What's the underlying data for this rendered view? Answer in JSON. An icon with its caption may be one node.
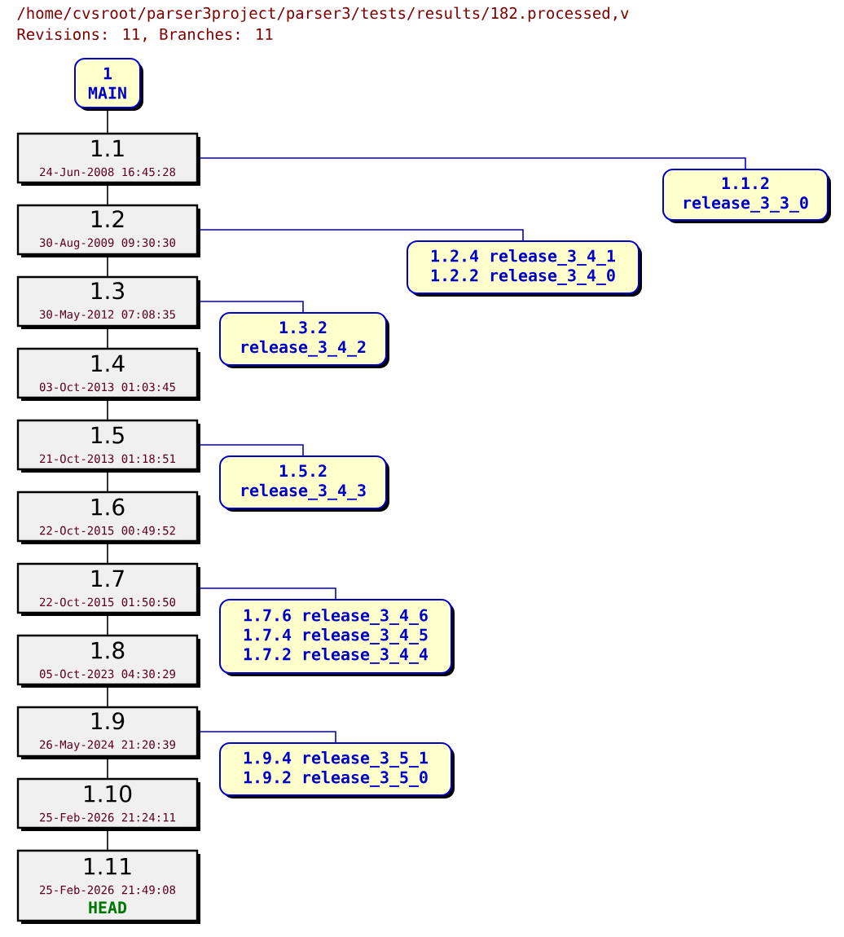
{
  "diagram": {
    "title": "/home/cvsroot/parser3project/parser3/tests/results/182.processed,v",
    "nodes": [
      {
        "text": [
          "1",
          "MAIN"
        ]
      },
      {
        "text": [
          "1.1",
          "24-Jun-2008 16:45:28"
        ]
      },
      {
        "text": [
          "1.2",
          "30-Aug-2009 09:30:30"
        ]
      },
      {
        "text": [
          "1.3",
          "30-May-2012 07:08:35"
        ]
      },
      {
        "text": [
          "1.4",
          "03-Oct-2013 01:03:45"
        ]
      },
      {
        "text": [
          "1.5",
          "21-Oct-2013 01:18:51"
        ]
      },
      {
        "text": [
          "1.6",
          "22-Oct-2015 00:49:52"
        ]
      },
      {
        "text": [
          "1.7",
          "22-Oct-2015 01:50:50"
        ]
      },
      {
        "text": [
          "1.8",
          "05-Oct-2023 04:30:29"
        ]
      },
      {
        "text": [
          "1.9",
          "26-May-2024 21:20:39"
        ]
      },
      {
        "text": [
          "1.10",
          "25-Feb-2026 21:24:11"
        ]
      },
      {
        "text": [
          "1.11",
          "25-Feb-2026 21:49:08",
          "HEAD"
        ]
      },
      {
        "text": [
          "1.1.2",
          "release_3_3_0"
        ]
      },
      {
        "text": [
          "1.2.4 release_3_4_1",
          "1.2.2 release_3_4_0"
        ]
      },
      {
        "text": [
          "1.3.2",
          "release_3_4_2"
        ]
      },
      {
        "text": [
          "1.5.2",
          "release_3_4_3"
        ]
      },
      {
        "text": [
          "1.7.6 release_3_4_6",
          "1.7.4 release_3_4_5",
          "1.7.2 release_3_4_4"
        ]
      },
      {
        "text": [
          "1.9.4 release_3_5_1",
          "1.9.2 release_3_5_0"
        ]
      }
    ],
    "edges": [
      {
        "from": 0,
        "to": 1,
        "arrow": "none"
      },
      {
        "from": 1,
        "to": 2,
        "arrow": "none"
      },
      {
        "from": 2,
        "to": 3,
        "arrow": "none"
      },
      {
        "from": 3,
        "to": 4,
        "arrow": "none"
      },
      {
        "from": 4,
        "to": 5,
        "arrow": "none"
      },
      {
        "from": 5,
        "to": 6,
        "arrow": "none"
      },
      {
        "from": 6,
        "to": 7,
        "arrow": "none"
      },
      {
        "from": 7,
        "to": 8,
        "arrow": "none"
      },
      {
        "from": 8,
        "to": 9,
        "arrow": "none"
      },
      {
        "from": 9,
        "to": 10,
        "arrow": "none"
      },
      {
        "from": 10,
        "to": 11,
        "arrow": "none"
      },
      {
        "from": 1,
        "to": 12,
        "arrow": "none",
        "color": "#0000cc"
      },
      {
        "from": 2,
        "to": 13,
        "arrow": "none",
        "color": "#0000cc"
      },
      {
        "from": 3,
        "to": 14,
        "arrow": "none",
        "color": "#0000cc"
      },
      {
        "from": 5,
        "to": 15,
        "arrow": "none",
        "color": "#0000cc"
      },
      {
        "from": 7,
        "to": 16,
        "arrow": "none",
        "color": "#0000cc"
      },
      {
        "from": 9,
        "to": 17,
        "arrow": "none",
        "color": "#0000cc"
      }
    ],
    "labels": [
      "Revisions: 11, Branches: 11"
    ]
  }
}
